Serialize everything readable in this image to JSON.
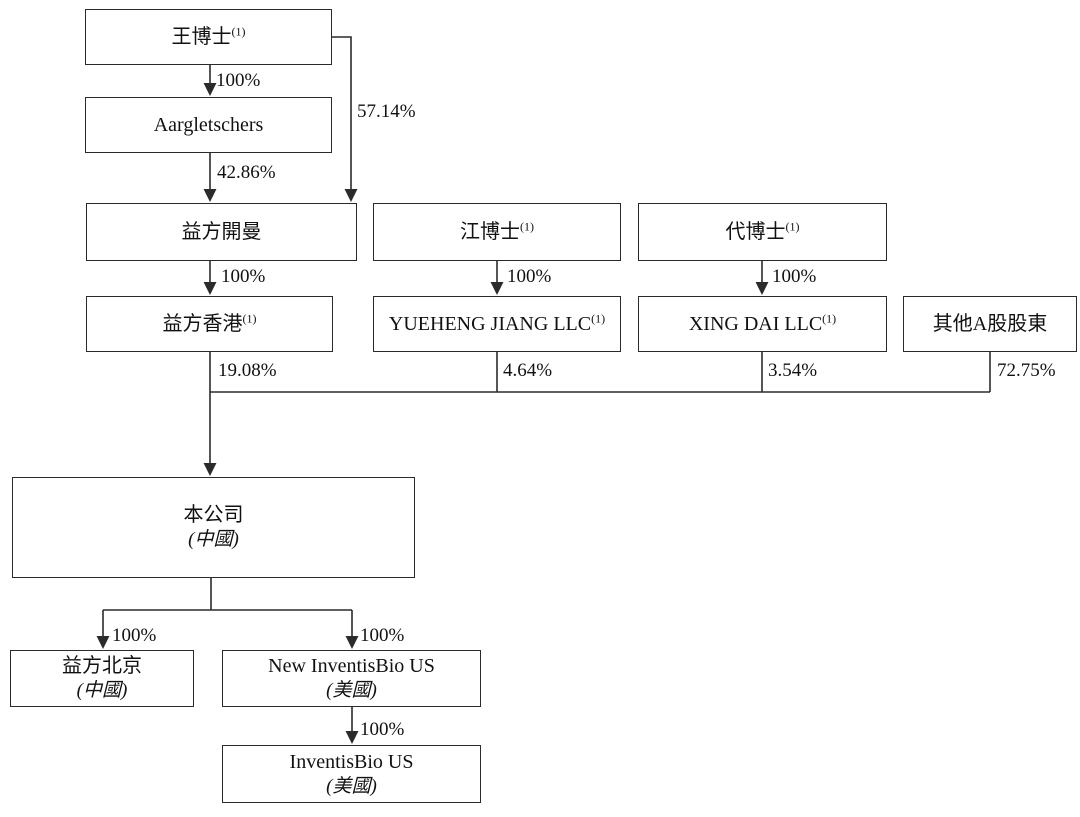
{
  "diagram_type": "shareholding-structure",
  "colors": {
    "background": "#ffffff",
    "line": "#2b2b2b",
    "text": "#111111"
  },
  "nodes": {
    "wang": {
      "name": "王博士",
      "sup": "(1)"
    },
    "aargletschers": {
      "name": "Aargletschers"
    },
    "yifang_cayman": {
      "name": "益方開曼"
    },
    "yifang_hk": {
      "name": "益方香港",
      "sup": "(1)"
    },
    "jiang": {
      "name": "江博士",
      "sup": "(1)"
    },
    "yueheng_jiang_llc": {
      "name": "YUEHENG JIANG LLC",
      "sup": "(1)"
    },
    "dai": {
      "name": "代博士",
      "sup": "(1)"
    },
    "xing_dai_llc": {
      "name": "XING DAI LLC",
      "sup": "(1)"
    },
    "other_a_shareholders": {
      "name": "其他A股股東"
    },
    "company": {
      "name": "本公司",
      "region": "(中國)"
    },
    "yifang_beijing": {
      "name": "益方北京",
      "region": "(中國)"
    },
    "new_inventisbio_us": {
      "name": "New InventisBio US",
      "region": "(美國)"
    },
    "inventisbio_us": {
      "name": "InventisBio US",
      "region": "(美國)"
    }
  },
  "ownership": {
    "wang_to_aargletschers": "100%",
    "wang_to_yifang_cayman": "57.14%",
    "aargletschers_to_yifang_cayman": "42.86%",
    "yifang_cayman_to_yifang_hk": "100%",
    "jiang_to_yueheng_jiang_llc": "100%",
    "dai_to_xing_dai_llc": "100%",
    "yifang_hk_to_company": "19.08%",
    "yueheng_jiang_llc_to_company": "4.64%",
    "xing_dai_llc_to_company": "3.54%",
    "other_a_shareholders_to_company": "72.75%",
    "company_to_yifang_beijing": "100%",
    "company_to_new_inventisbio_us": "100%",
    "new_inventisbio_us_to_inventisbio_us": "100%"
  }
}
